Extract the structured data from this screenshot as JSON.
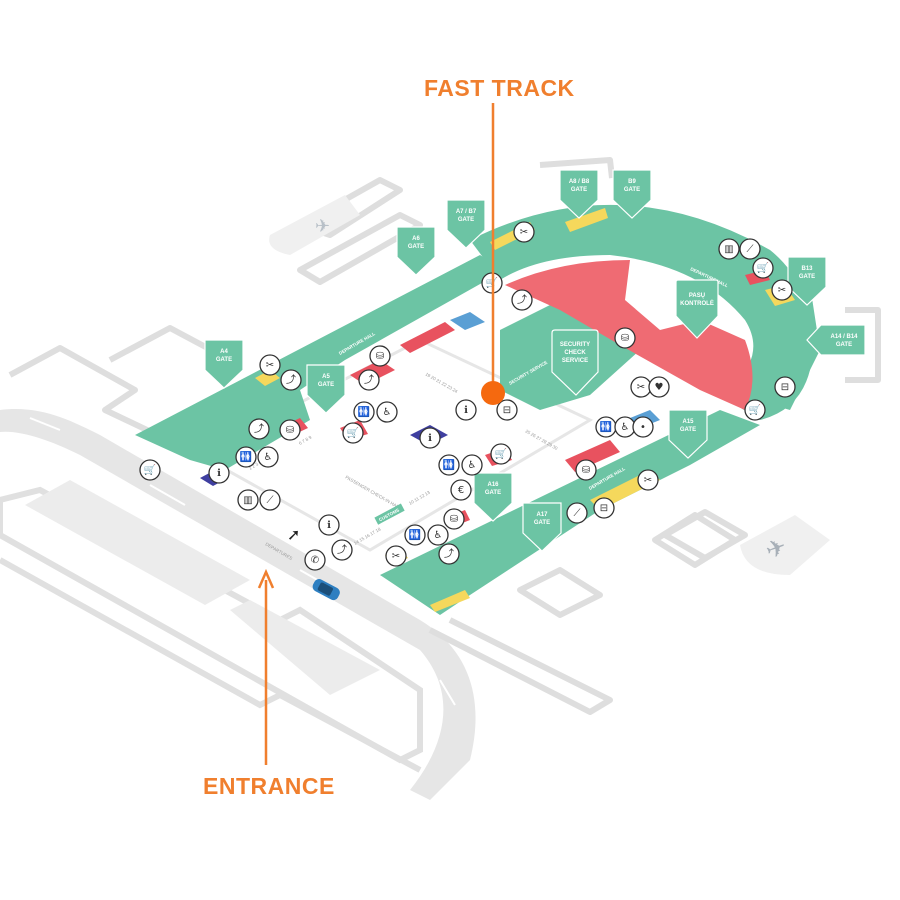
{
  "map": {
    "title": "Airport Terminal Map",
    "annotations": {
      "fast_track": "FAST TRACK",
      "entrance": "ENTRANCE"
    },
    "gates": [
      {
        "id": "a4",
        "line1": "A4",
        "line2": "GATE"
      },
      {
        "id": "a5",
        "line1": "A5",
        "line2": "GATE"
      },
      {
        "id": "a6",
        "line1": "A6",
        "line2": "GATE"
      },
      {
        "id": "a7b7",
        "line1": "A7 / B7",
        "line2": "GATE"
      },
      {
        "id": "a8b8",
        "line1": "A8 / B8",
        "line2": "GATE"
      },
      {
        "id": "b9",
        "line1": "B9",
        "line2": "GATE"
      },
      {
        "id": "b13",
        "line1": "B13",
        "line2": "GATE"
      },
      {
        "id": "a14b14",
        "line1": "A14 / B14",
        "line2": "GATE"
      },
      {
        "id": "a15",
        "line1": "A15",
        "line2": "GATE"
      },
      {
        "id": "a16",
        "line1": "A16",
        "line2": "GATE"
      },
      {
        "id": "a17",
        "line1": "A17",
        "line2": "GATE"
      }
    ],
    "zones": {
      "security": [
        "SECURITY",
        "CHECK",
        "SERVICE"
      ],
      "passport": [
        "PASŲ",
        "KONTROLĖ"
      ],
      "departure_hall": "DEPARTURE HALL",
      "checkin_hall": "PASSENGER CHECK-IN HALL",
      "customs": "CUSTOMS",
      "departures": "DEPARTURES",
      "security_service_small": "SECURITY SERVICE"
    },
    "checkin_desks": {
      "row1": "1 2 3 4 5",
      "row2": "6 7 8 9",
      "row3": "19 20 21 22 23 24",
      "row4": "25 26 27 28 29 30",
      "row5": "10 11 12 13",
      "row6": "14 15 16 17 18"
    },
    "icons": {
      "restaurant": "✂",
      "escalator": "⤴",
      "shop": "⛁",
      "toilet": "🚻",
      "accessible": "♿",
      "lift": "▥",
      "exchange": "€",
      "heart": "♥",
      "phone": "✆",
      "luggage": "⊟",
      "info": "ℹ",
      "cart": "🛒",
      "stairs": "⟋"
    },
    "colors": {
      "airside": "#6cc4a4",
      "security_zone": "#ef6b73",
      "restaurant_zone": "#f5d85c",
      "service_zone": "#5a9fd4",
      "shop_zone": "#e8525f",
      "info_zone": "#3f3fa0",
      "accent": "#f07f2e",
      "road": "#e6e6e6",
      "wall": "#dcdcdc"
    }
  }
}
